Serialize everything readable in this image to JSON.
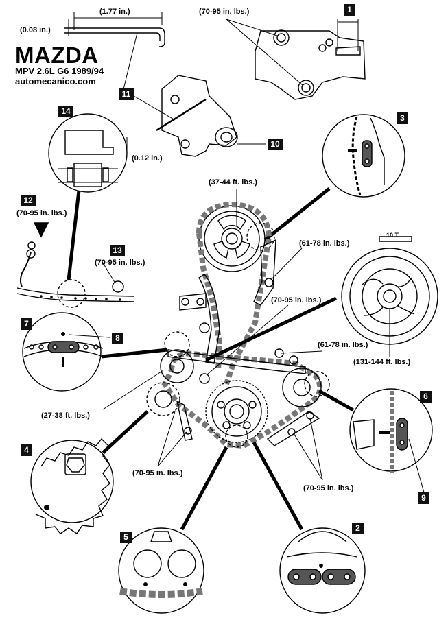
{
  "header": {
    "brand": "MAZDA",
    "model": "MPV 2.6L  G6  1989/94",
    "site": "automecanico.com"
  },
  "callouts": {
    "c1": "1",
    "c2": "2",
    "c3": "3",
    "c4": "4",
    "c5": "5",
    "c6": "6",
    "c7": "7",
    "c8": "8",
    "c9": "9",
    "c10": "10",
    "c11": "11",
    "c12": "12",
    "c13": "13",
    "c14": "14"
  },
  "specs": {
    "dim_177": "(1.77 in.)",
    "dim_008": "(0.08 in.)",
    "dim_012": "(0.12 in.)",
    "torque_top": "(70-95 in. lbs.)",
    "torque_37_44": "(37-44 ft. lbs.)",
    "torque_61_78_a": "(61-78 in. lbs.)",
    "torque_12": "(70-95 in. lbs.)",
    "torque_13": "(70-95 in. lbs.)",
    "torque_center": "(70-95 in. lbs.)",
    "torque_61_78_b": "(61-78 in. lbs.)",
    "torque_131_144": "(131-144 ft. lbs.)",
    "torque_27_38": "(27-38 ft. lbs.)",
    "torque_left_bottom": "(70-95 in. lbs.)",
    "torque_right_bottom": "(70-95 in. lbs.)"
  },
  "pulley_marks": "10 T"
}
